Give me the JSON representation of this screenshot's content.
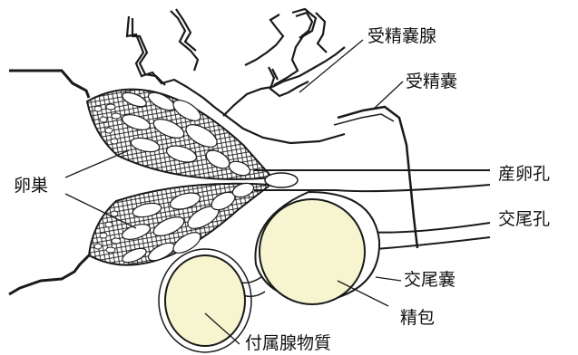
{
  "labels": {
    "spermatheca_gland": "受精嚢腺",
    "spermatheca": "受精嚢",
    "ovary": "卵巣",
    "oviduct_opening": "産卵孔",
    "copulatory_pore": "交尾孔",
    "bursa_copulatrix": "交尾嚢",
    "spermatophore": "精包",
    "accessory_gland_substance": "付属腺物質"
  },
  "colors": {
    "line": "#1a1a1a",
    "sac_fill": "#f7f5cf",
    "background": "#ffffff"
  }
}
